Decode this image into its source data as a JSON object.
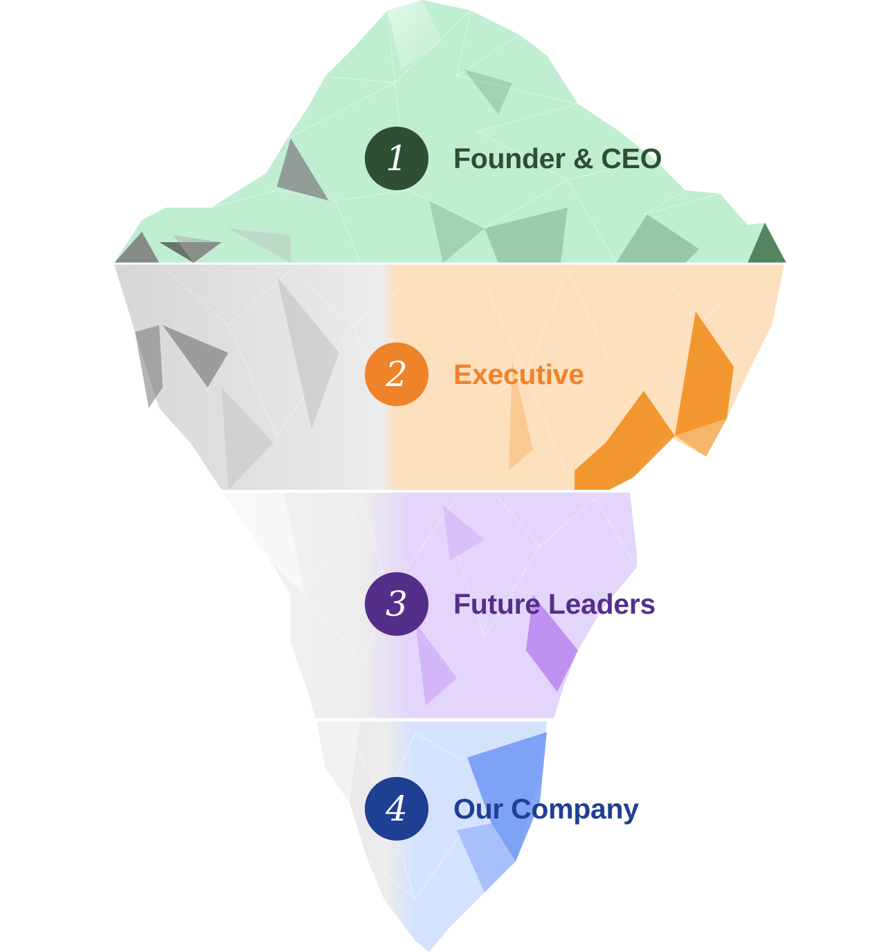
{
  "tiers": [
    {
      "number": "1",
      "label": "Founder & CEO",
      "color": "#2e4f33",
      "fill": "#bfeed0",
      "accent": "#4e7e5a"
    },
    {
      "number": "2",
      "label": "Executive",
      "color": "#ee832a",
      "fill": "#fde0bd",
      "accent": "#f08a16"
    },
    {
      "number": "3",
      "label": "Future Leaders",
      "color": "#532f8a",
      "fill": "#e3d5fb",
      "accent": "#b47ef0"
    },
    {
      "number": "4",
      "label": "Our Company",
      "color": "#1f3f93",
      "fill": "#d5e2fd",
      "accent": "#6f96f3"
    }
  ],
  "colors": {
    "rock_light": "#eeeeee",
    "rock_dark": "#8a8a8a",
    "divider": "#ffffff"
  }
}
